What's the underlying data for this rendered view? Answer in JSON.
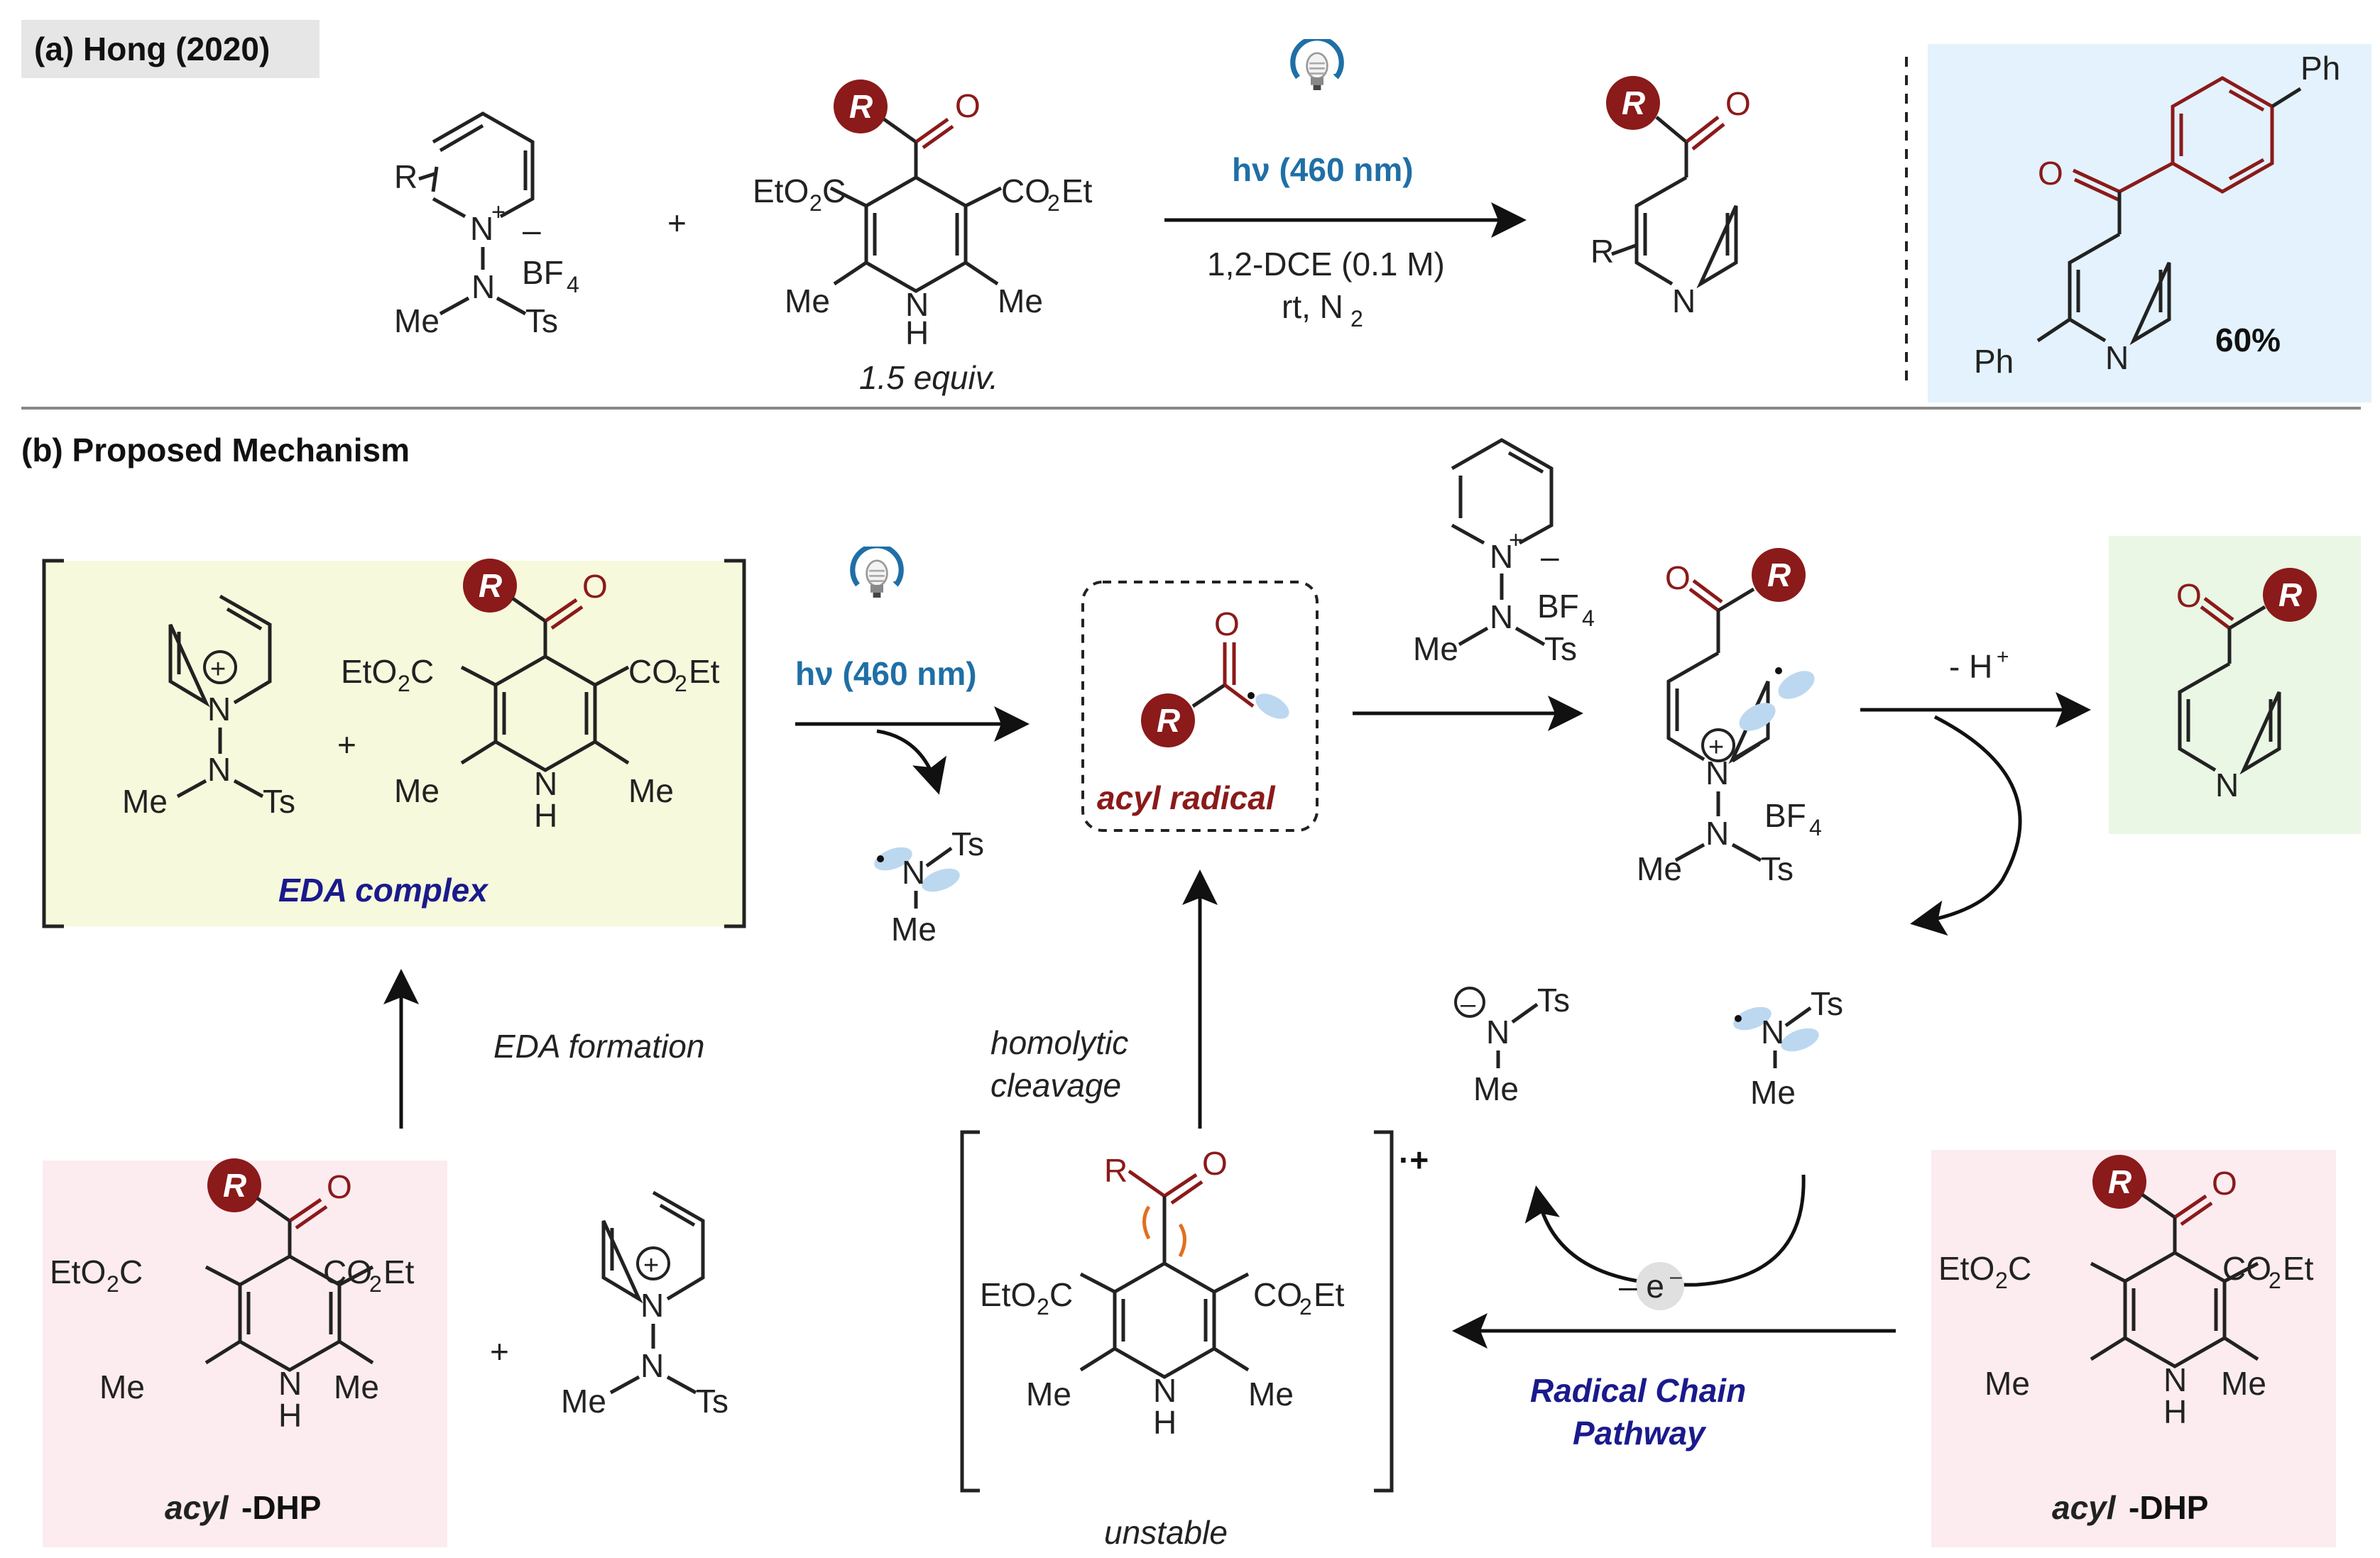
{
  "panel_a": {
    "label": "(a) Hong (2020)",
    "pyridinium": {
      "r": "R",
      "n_plus": "N",
      "plus": "+",
      "minus": "–",
      "bf4": "BF",
      "bf4_sub": "4",
      "n": "N",
      "me": "Me",
      "ts": "Ts"
    },
    "plus_sign": "+",
    "dhp": {
      "r": "R",
      "o": "O",
      "left_ester": "EtO",
      "left_ester_sub": "2",
      "left_ester_end": "C",
      "right_ester": "CO",
      "right_ester_sub": "2",
      "right_ester_end": "Et",
      "me_left": "Me",
      "me_right": "Me",
      "nh": "N",
      "h": "H",
      "equiv": "1.5 equiv."
    },
    "conditions": {
      "light": "hν (460 nm)",
      "solvent": "1,2-DCE (0.1 M)",
      "atm": "rt, N",
      "atm_sub": "2"
    },
    "product": {
      "r_sub": "R",
      "o": "O",
      "r_acyl": "R",
      "n": "N"
    },
    "example": {
      "ph_top": "Ph",
      "o": "O",
      "ph_bottom": "Ph",
      "n": "N",
      "yield": "60%"
    }
  },
  "panel_b": {
    "label": "(b) Proposed Mechanism",
    "eda": {
      "title": "EDA complex",
      "plus_sign": "+",
      "pyr_n": "N",
      "n2": "N",
      "me": "Me",
      "ts": "Ts",
      "dhp_r": "R",
      "dhp_o": "O",
      "left_ester": "EtO",
      "left_ester_sub": "2",
      "left_ester_end": "C",
      "right_ester": "CO",
      "right_ester_sub": "2",
      "right_ester_end": "Et",
      "me_left": "Me",
      "me_right": "Me",
      "nh": "N",
      "h": "H"
    },
    "light": "hν (460 nm)",
    "aminyl1": {
      "n": "N",
      "ts": "Ts",
      "me": "Me"
    },
    "acyl": {
      "r": "R",
      "o": "O",
      "label": "acyl radical"
    },
    "reagent": {
      "n": "N",
      "plus": "+",
      "minus": "–",
      "bf4": "BF",
      "bf4_sub": "4",
      "n2": "N",
      "me": "Me",
      "ts": "Ts"
    },
    "intermediate": {
      "o": "O",
      "r": "R",
      "n": "N",
      "bf4": "BF",
      "bf4_sub": "4",
      "n2": "N",
      "me": "Me",
      "ts": "Ts"
    },
    "deprot": "- H",
    "deprot_sup": "+",
    "final": {
      "o": "O",
      "r": "R",
      "n": "N"
    },
    "anion": {
      "n": "N",
      "ts": "Ts",
      "me": "Me",
      "minus": "–"
    },
    "aminyl2": {
      "n": "N",
      "ts": "Ts",
      "me": "Me"
    },
    "eda_formation": "EDA formation",
    "homolytic": [
      "homolytic",
      "cleavage"
    ],
    "radcat": {
      "r": "R",
      "o": "O",
      "charge": "·+",
      "left_ester": "EtO",
      "left_ester_sub": "2",
      "left_ester_end": "C",
      "right_ester": "CO",
      "right_ester_sub": "2",
      "right_ester_end": "Et",
      "me_left": "Me",
      "me_right": "Me",
      "nh": "N",
      "h": "H",
      "label": "unstable"
    },
    "electron": "– e",
    "electron_sup": "–",
    "chain": [
      "Radical Chain",
      "Pathway"
    ],
    "acyl_dhp_left": {
      "r": "R",
      "o": "O",
      "left_ester": "EtO",
      "left_ester_sub": "2",
      "left_ester_end": "C",
      "right_ester": "CO",
      "right_ester_sub": "2",
      "right_ester_end": "Et",
      "me_left": "Me",
      "me_right": "Me",
      "nh": "N",
      "h": "H",
      "label_i": "acyl",
      "label_b": "-DHP"
    },
    "plus_sign2": "+",
    "pyr_bottom": {
      "n": "N",
      "n2": "N",
      "me": "Me",
      "ts": "Ts"
    },
    "acyl_dhp_right": {
      "r": "R",
      "o": "O",
      "left_ester": "EtO",
      "left_ester_sub": "2",
      "left_ester_end": "C",
      "right_ester": "CO",
      "right_ester_sub": "2",
      "right_ester_end": "Et",
      "me_left": "Me",
      "me_right": "Me",
      "nh": "N",
      "h": "H",
      "label_i": "acyl",
      "label_b": "-DHP"
    }
  },
  "colors": {
    "accent_red": "#8b1a1a",
    "accent_blue": "#1f6fa6",
    "navy": "#1a1a8c",
    "yellow_box": "#f7f9dc",
    "blue_box": "#e3f2fc",
    "green_box": "#e9f7e4",
    "pink_box": "#fcecef"
  }
}
